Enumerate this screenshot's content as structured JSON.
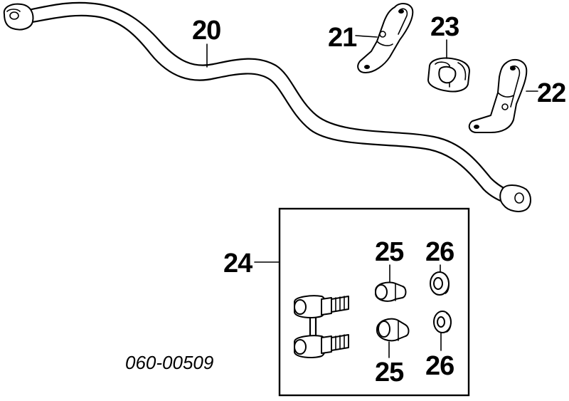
{
  "callouts": {
    "stabilizer_bar": "20",
    "bracket_left": "21",
    "bracket_right": "22",
    "bushing": "23",
    "link_kit": "24",
    "link_bushing_top": "25",
    "link_bushing_bottom": "25",
    "link_washer_top": "26",
    "link_washer_bottom": "26"
  },
  "reference_code": "060-00509"
}
